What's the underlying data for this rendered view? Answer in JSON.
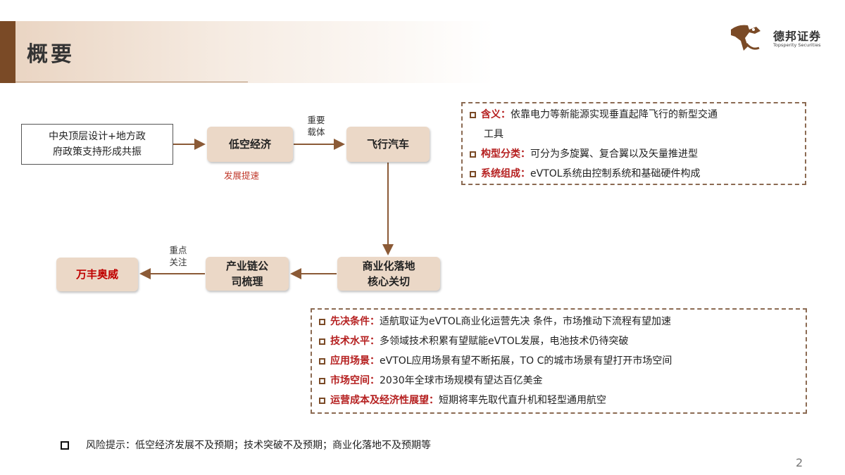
{
  "header": {
    "title": "概要"
  },
  "logo": {
    "name": "德邦证券",
    "subtitle": "Topsperity Securities"
  },
  "flow": {
    "policy": "中央顶层设计+地方政府政策支持形成共振",
    "policy_line1": "中央顶层设计+地方政",
    "policy_line2": "府政策支持形成共振",
    "low_altitude": "低空经济",
    "carrier_label_line1": "重要",
    "carrier_label_line2": "载体",
    "accelerate_label": "发展提速",
    "flying_car": "飞行汽车",
    "commercial_line1": "商业化落地",
    "commercial_line2": "核心关切",
    "industry_line1": "产业链公",
    "industry_line2": "司梳理",
    "focus_label_line1": "重点",
    "focus_label_line2": "关注",
    "wanfeng": "万丰奥威"
  },
  "info_box_1": [
    {
      "key": "含义：",
      "text": "依靠电力等新能源实现垂直起降飞行的新型交通",
      "cont": "工具"
    },
    {
      "key": "构型分类：",
      "text": "可分为多旋翼、复合翼以及矢量推进型"
    },
    {
      "key": "系统组成：",
      "text": "eVTOL系统由控制系统和基础硬件构成"
    }
  ],
  "info_box_2": [
    {
      "key": "先决条件：",
      "text": "适航取证为eVTOL商业化运营先决 条件，市场推动下流程有望加速"
    },
    {
      "key": "技术水平：",
      "text": "多领域技术积累有望赋能eVTOL发展，电池技术仍待突破"
    },
    {
      "key": "应用场景：",
      "text": "eVTOL应用场景有望不断拓展，TO C的城市场景有望打开市场空间"
    },
    {
      "key": "市场空间：",
      "text": "2030年全球市场规模有望达百亿美金"
    },
    {
      "key": "运营成本及经济性展望：",
      "text": "短期将率先取代直升机和轻型通用航空"
    }
  ],
  "risk": {
    "text": "风险提示：低空经济发展不及预期；技术突破不及预期；商业化落地不及预期等"
  },
  "footer": {
    "page_number": "2"
  },
  "colors": {
    "accent": "#7a4a26",
    "box_fill": "#ebd8c7",
    "highlight_red": "#c00000"
  }
}
